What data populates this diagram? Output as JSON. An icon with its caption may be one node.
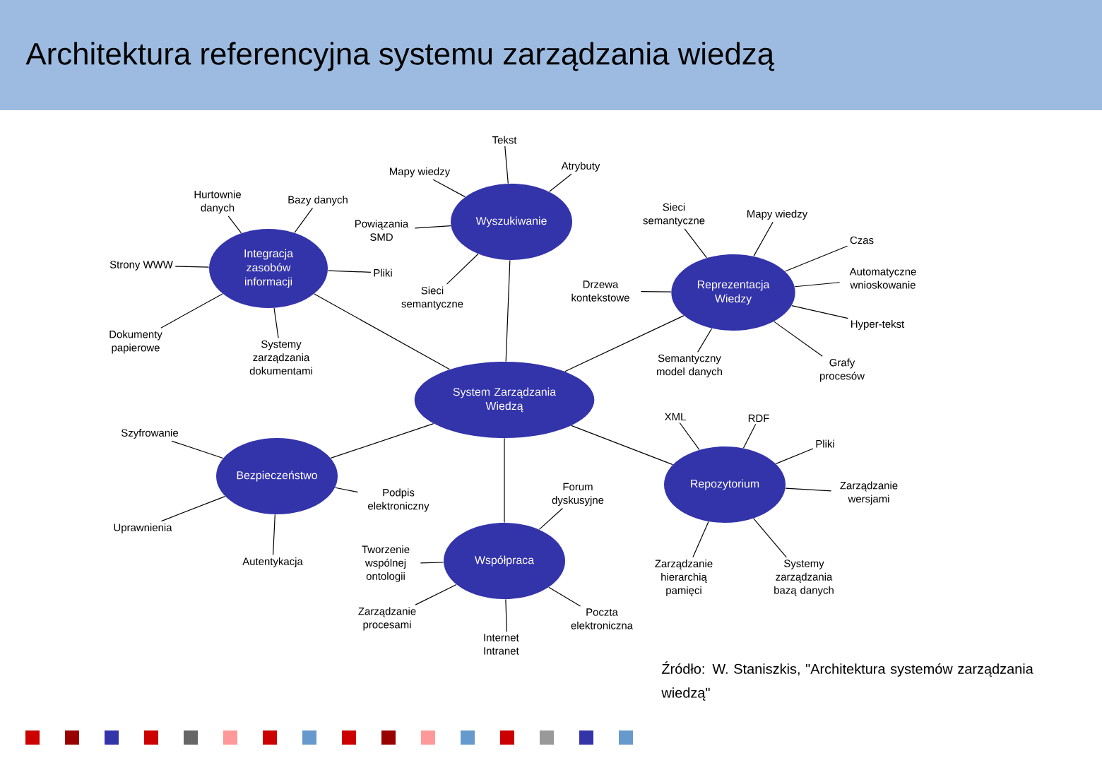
{
  "diagram": {
    "title": "Architektura referencyjna systemu zarządzania wiedzą",
    "caption": "Źródło: W. Staniszkis, \"Architektura systemów zarządzania wiedzą\"",
    "nodes": [
      {
        "text": [
          "System Zarządzania Wiedzą"
        ]
      },
      {
        "text": [
          "Integracja zasobów informacji"
        ]
      },
      {
        "text": [
          "Wyszukiwanie"
        ]
      },
      {
        "text": [
          "Reprezentacja Wiedzy"
        ]
      },
      {
        "text": [
          "Bezpieczeństwo"
        ]
      },
      {
        "text": [
          "Współpraca"
        ]
      },
      {
        "text": [
          "Repozytorium"
        ]
      },
      {
        "text": [
          "Hurtownie danych"
        ]
      },
      {
        "text": [
          "Bazy danych"
        ]
      },
      {
        "text": [
          "Strony WWW"
        ]
      },
      {
        "text": [
          "Pliki"
        ]
      },
      {
        "text": [
          "Dokumenty papierowe"
        ]
      },
      {
        "text": [
          "Systemy zarządzania dokumentami"
        ]
      },
      {
        "text": [
          "Tekst"
        ]
      },
      {
        "text": [
          "Mapy wiedzy"
        ]
      },
      {
        "text": [
          "Atrybuty"
        ]
      },
      {
        "text": [
          "Powiązania SMD"
        ]
      },
      {
        "text": [
          "Sieci semantyczne"
        ]
      },
      {
        "text": [
          "Sieci semantyczne"
        ]
      },
      {
        "text": [
          "Mapy wiedzy"
        ]
      },
      {
        "text": [
          "Czas"
        ]
      },
      {
        "text": [
          "Automatyczne wnioskowanie"
        ]
      },
      {
        "text": [
          "Drzewa kontekstowe"
        ]
      },
      {
        "text": [
          "Hyper-tekst"
        ]
      },
      {
        "text": [
          "Semantyczny model danych"
        ]
      },
      {
        "text": [
          "Grafy procesów"
        ]
      },
      {
        "text": [
          "XML"
        ]
      },
      {
        "text": [
          "RDF"
        ]
      },
      {
        "text": [
          "Pliki"
        ]
      },
      {
        "text": [
          "Zarządzanie wersjami"
        ]
      },
      {
        "text": [
          "Zarządzanie hierarchią pamięci"
        ]
      },
      {
        "text": [
          "Systemy zarządzania bazą danych"
        ]
      },
      {
        "text": [
          "Szyfrowanie"
        ]
      },
      {
        "text": [
          "Uprawnienia"
        ]
      },
      {
        "text": [
          "Autentykacja"
        ]
      },
      {
        "text": [
          "Podpis elektroniczny"
        ]
      },
      {
        "text": [
          "Tworzenie wspólnej ontologii"
        ]
      },
      {
        "text": [
          "Zarządzanie procesami"
        ]
      },
      {
        "text": [
          "Internet Intranet"
        ]
      },
      {
        "text": [
          "Forum dyskusyjne"
        ]
      },
      {
        "text": [
          "Poczta elektroniczna"
        ]
      }
    ],
    "edges": [
      {
        "from": 0,
        "to": 1,
        "arrow": "none"
      },
      {
        "from": 0,
        "to": 2,
        "arrow": "none"
      },
      {
        "from": 0,
        "to": 3,
        "arrow": "none"
      },
      {
        "from": 0,
        "to": 4,
        "arrow": "none"
      },
      {
        "from": 0,
        "to": 5,
        "arrow": "none"
      },
      {
        "from": 0,
        "to": 6,
        "arrow": "none"
      },
      {
        "from": 1,
        "to": 7,
        "arrow": "none"
      },
      {
        "from": 1,
        "to": 8,
        "arrow": "none"
      },
      {
        "from": 1,
        "to": 9,
        "arrow": "none"
      },
      {
        "from": 1,
        "to": 10,
        "arrow": "none"
      },
      {
        "from": 1,
        "to": 11,
        "arrow": "none"
      },
      {
        "from": 1,
        "to": 12,
        "arrow": "none"
      },
      {
        "from": 2,
        "to": 13,
        "arrow": "none"
      },
      {
        "from": 2,
        "to": 14,
        "arrow": "none"
      },
      {
        "from": 2,
        "to": 15,
        "arrow": "none"
      },
      {
        "from": 2,
        "to": 16,
        "arrow": "none"
      },
      {
        "from": 2,
        "to": 17,
        "arrow": "none"
      },
      {
        "from": 3,
        "to": 18,
        "arrow": "none"
      },
      {
        "from": 3,
        "to": 19,
        "arrow": "none"
      },
      {
        "from": 3,
        "to": 20,
        "arrow": "none"
      },
      {
        "from": 3,
        "to": 21,
        "arrow": "none"
      },
      {
        "from": 3,
        "to": 22,
        "arrow": "none"
      },
      {
        "from": 3,
        "to": 23,
        "arrow": "none"
      },
      {
        "from": 3,
        "to": 24,
        "arrow": "none"
      },
      {
        "from": 3,
        "to": 25,
        "arrow": "none"
      },
      {
        "from": 6,
        "to": 26,
        "arrow": "none"
      },
      {
        "from": 6,
        "to": 27,
        "arrow": "none"
      },
      {
        "from": 6,
        "to": 28,
        "arrow": "none"
      },
      {
        "from": 6,
        "to": 29,
        "arrow": "none"
      },
      {
        "from": 6,
        "to": 30,
        "arrow": "none"
      },
      {
        "from": 6,
        "to": 31,
        "arrow": "none"
      },
      {
        "from": 4,
        "to": 32,
        "arrow": "none"
      },
      {
        "from": 4,
        "to": 33,
        "arrow": "none"
      },
      {
        "from": 4,
        "to": 34,
        "arrow": "none"
      },
      {
        "from": 4,
        "to": 35,
        "arrow": "none"
      },
      {
        "from": 5,
        "to": 36,
        "arrow": "none"
      },
      {
        "from": 5,
        "to": 37,
        "arrow": "none"
      },
      {
        "from": 5,
        "to": 38,
        "arrow": "none"
      },
      {
        "from": 5,
        "to": 39,
        "arrow": "none"
      },
      {
        "from": 5,
        "to": 40,
        "arrow": "none"
      }
    ]
  }
}
